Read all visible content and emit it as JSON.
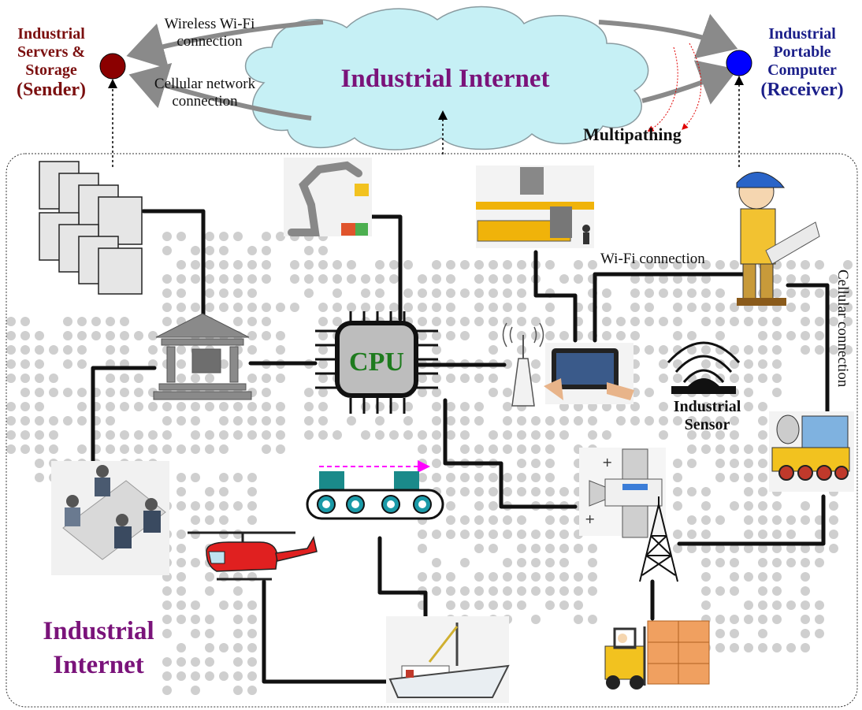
{
  "sender": {
    "line1": "Industrial",
    "line2": "Servers &",
    "line3": "Storage",
    "line4": "(Sender)"
  },
  "receiver": {
    "line1": "Industrial",
    "line2": "Portable",
    "line3": "Computer",
    "line4": "(Receiver)"
  },
  "links": {
    "wifi_line1": "Wireless Wi-Fi",
    "wifi_line2": "connection",
    "cell_line1": "Cellular network",
    "cell_line2": "connection"
  },
  "cloud": {
    "title": "Industrial Internet"
  },
  "multipathing": "Multipathing",
  "wifi_connection": "Wi-Fi connection",
  "cellular_connection": "Cellular connection",
  "cpu": "CPU",
  "sensor": {
    "line1": "Industrial",
    "line2": "Sensor"
  },
  "bottom_title": {
    "line1": "Industrial",
    "line2": "Internet"
  },
  "colors": {
    "sender_node": "#8b0000",
    "receiver_node": "#0000ff",
    "cloud_fill": "#c6f0f5",
    "title_purple": "#7a137a",
    "cpu_green": "#1e7b1e",
    "dots": "#cfcfcf",
    "arrows": "#8a8a8a"
  }
}
